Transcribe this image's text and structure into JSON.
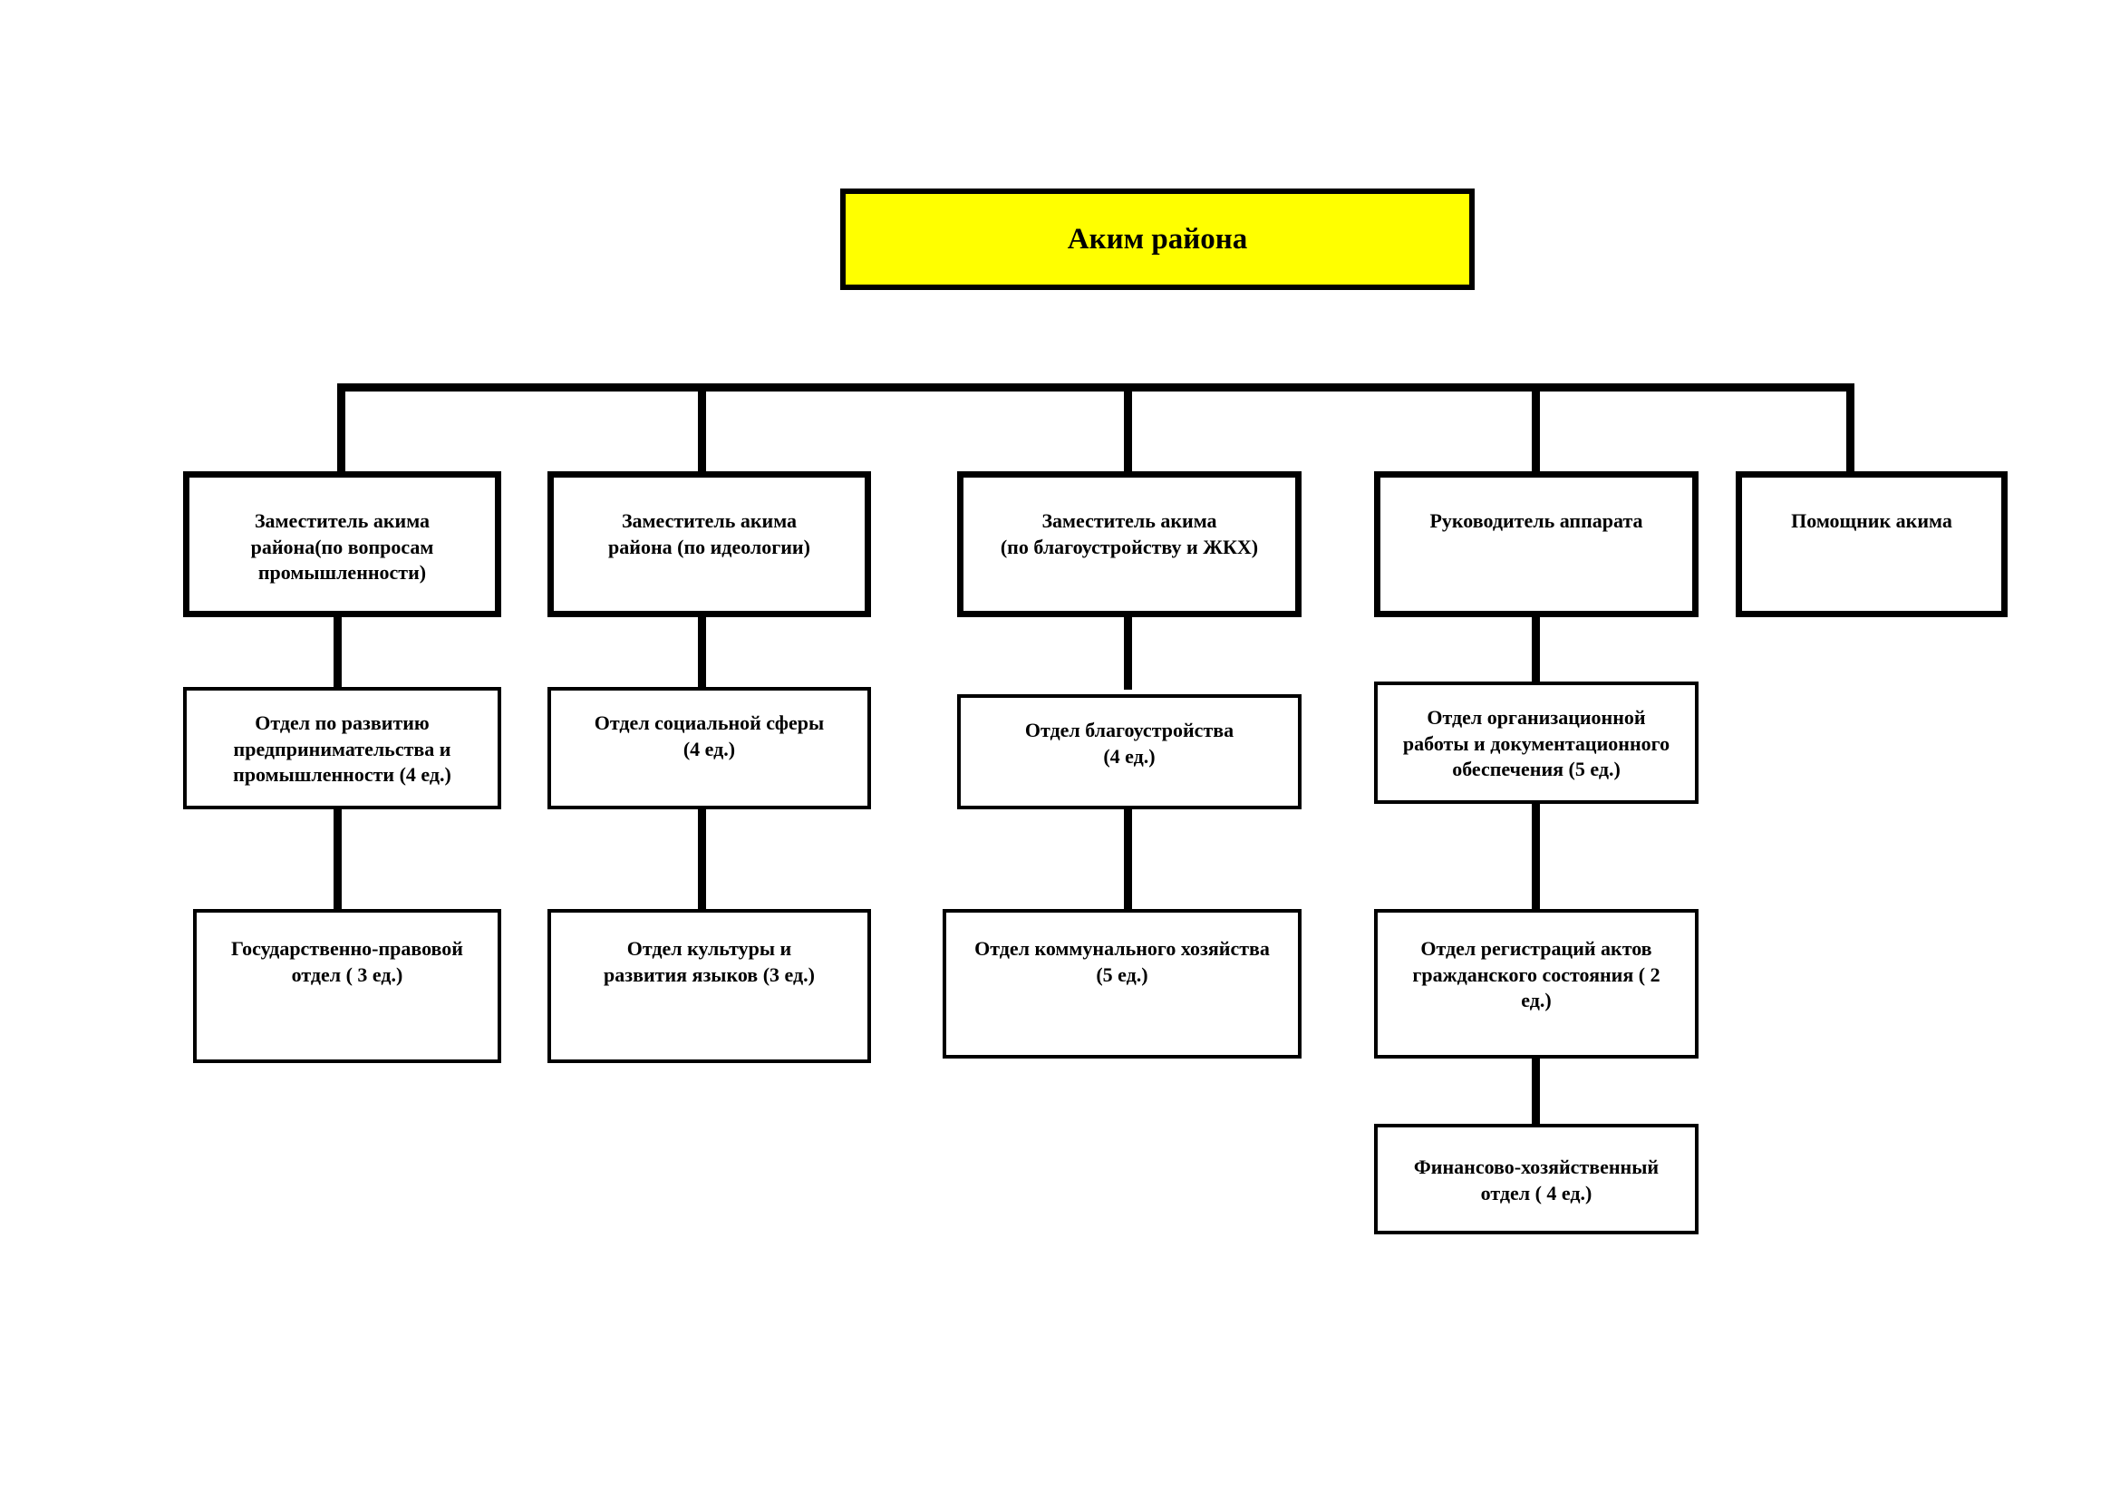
{
  "document": {
    "type": "organizational-chart",
    "language": "ru"
  },
  "colors": {
    "root_fill": "#FFFF00",
    "box_fill": "#FFFFFF",
    "line": "#000000",
    "text": "#000000",
    "page_background": "#FFFFFF"
  },
  "root": {
    "label": "Аким района"
  },
  "level1": [
    {
      "label": "Заместитель акима\nрайона(по вопросам\nпромышленности)"
    },
    {
      "label": "Заместитель акима\nрайона (по идеологии)"
    },
    {
      "label": "Заместитель акима\n(по благоустройству и ЖКХ)"
    },
    {
      "label": "Руководитель аппарата"
    },
    {
      "label": "Помощник акима"
    }
  ],
  "level2": [
    {
      "label": "Отдел по развитию\nпредпринимательства и\nпромышленности (4 ед.)"
    },
    {
      "label": "Отдел социальной сферы\n(4 ед.)"
    },
    {
      "label": "Отдел благоустройства\n(4 ед.)"
    },
    {
      "label": "Отдел организационной\nработы и документационного\nобеспечения (5 ед.)"
    }
  ],
  "level3": [
    {
      "label": "Государственно-правовой\nотдел ( 3 ед.)"
    },
    {
      "label": "Отдел культуры и\nразвития языков (3 ед.)"
    },
    {
      "label": "Отдел коммунального хозяйства\n(5 ед.)"
    },
    {
      "label": "Отдел регистраций актов\nгражданского состояния ( 2\nед.)"
    }
  ],
  "level4": [
    {
      "label": "Финансово-хозяйственный\nотдел ( 4 ед.)"
    }
  ]
}
